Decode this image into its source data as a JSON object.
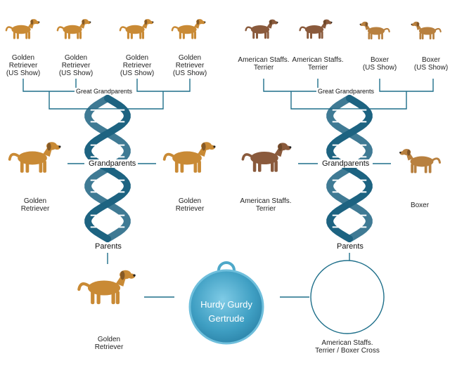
{
  "colors": {
    "line": "#1e6f8a",
    "dna": "#1d6381",
    "retriever": "#c98a35",
    "terrier": "#8a5a3c",
    "boxer": "#b8803f",
    "tag": "#3f9fc3",
    "tag_edge": "#6fbfdc"
  },
  "left": {
    "ggp_header": "Great Grandparents",
    "gp_header": "Grandparents",
    "p_header": "Parents",
    "ggp": [
      {
        "line1": "Golden",
        "line2": "Retriever",
        "line3": "(US Show)"
      },
      {
        "line1": "Golden",
        "line2": "Retriever",
        "line3": "(US Show)"
      },
      {
        "line1": "Golden",
        "line2": "Retriever",
        "line3": "(US Show)"
      },
      {
        "line1": "Golden",
        "line2": "Retriever",
        "line3": "(US Show)"
      }
    ],
    "gp": [
      {
        "line1": "Golden",
        "line2": "Retriever"
      },
      {
        "line1": "Golden",
        "line2": "Retriever"
      }
    ],
    "parent": {
      "line1": "Golden",
      "line2": "Retriever"
    }
  },
  "right": {
    "ggp_header": "Great Grandparents",
    "gp_header": "Grandparents",
    "p_header": "Parents",
    "ggp": [
      {
        "line1": "American Staffs.",
        "line2": "Terrier"
      },
      {
        "line1": "American Staffs.",
        "line2": "Terrier"
      },
      {
        "line1": "Boxer",
        "line2": "(US Show)"
      },
      {
        "line1": "Boxer",
        "line2": "(US Show)"
      }
    ],
    "gp": [
      {
        "line1": "American Staffs.",
        "line2": "Terrier"
      },
      {
        "line1": "Boxer"
      }
    ],
    "parent": {
      "line1": "American Staffs.",
      "line2": "Terrier / Boxer Cross"
    }
  },
  "tag": {
    "line1": "Hurdy Gurdy",
    "line2": "Gertrude"
  }
}
